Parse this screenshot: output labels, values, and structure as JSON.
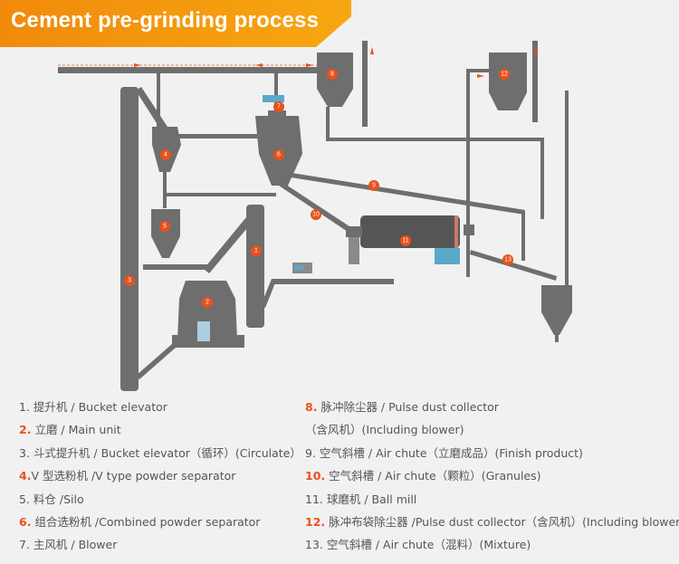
{
  "header": {
    "title": "Cement pre-grinding process"
  },
  "colors": {
    "accent": "#e8511c",
    "banner_start": "#f18a0c",
    "banner_end": "#f7a711",
    "equipment": "#707070",
    "background": "#f1f1f1"
  },
  "diagram": {
    "markers": [
      "1",
      "2",
      "3",
      "4",
      "5",
      "6",
      "7",
      "8",
      "9",
      "10",
      "11",
      "12",
      "13"
    ]
  },
  "legend": {
    "left": [
      {
        "num": "1.",
        "text": "提升机 / Bucket elevator",
        "highlight": false
      },
      {
        "num": "2.",
        "text": "立磨 / Main unit",
        "highlight": true
      },
      {
        "num": "3.",
        "text": "斗式提升机 / Bucket elevator（循环）(Circulate）",
        "highlight": false
      },
      {
        "num": "4.",
        "text": "V 型选粉机 /V type powder separator",
        "highlight": true
      },
      {
        "num": "5.",
        "text": "料仓 /Silo",
        "highlight": false
      },
      {
        "num": "6.",
        "text": "组合选粉机 /Combined powder separator",
        "highlight": true
      },
      {
        "num": "7.",
        "text": "主风机 / Blower",
        "highlight": false
      }
    ],
    "right": [
      {
        "num": "8.",
        "text": "脉冲除尘器 / Pulse dust collector",
        "highlight": true
      },
      {
        "num": "",
        "text": "（含风机）(Including blower)",
        "highlight": false
      },
      {
        "num": "9.",
        "text": "空气斜槽 / Air chute（立磨成品）(Finish product)",
        "highlight": false
      },
      {
        "num": "10.",
        "text": "空气斜槽 / Air chute（颗粒）(Granules)",
        "highlight": true
      },
      {
        "num": "11.",
        "text": "球磨机 / Ball mill",
        "highlight": false
      },
      {
        "num": "12.",
        "text": "脉冲布袋除尘器 /Pulse dust collector（含风机）(Including blower)",
        "highlight": true
      },
      {
        "num": "13.",
        "text": "空气斜槽 / Air chute（混料）(Mixture)",
        "highlight": false
      }
    ]
  }
}
